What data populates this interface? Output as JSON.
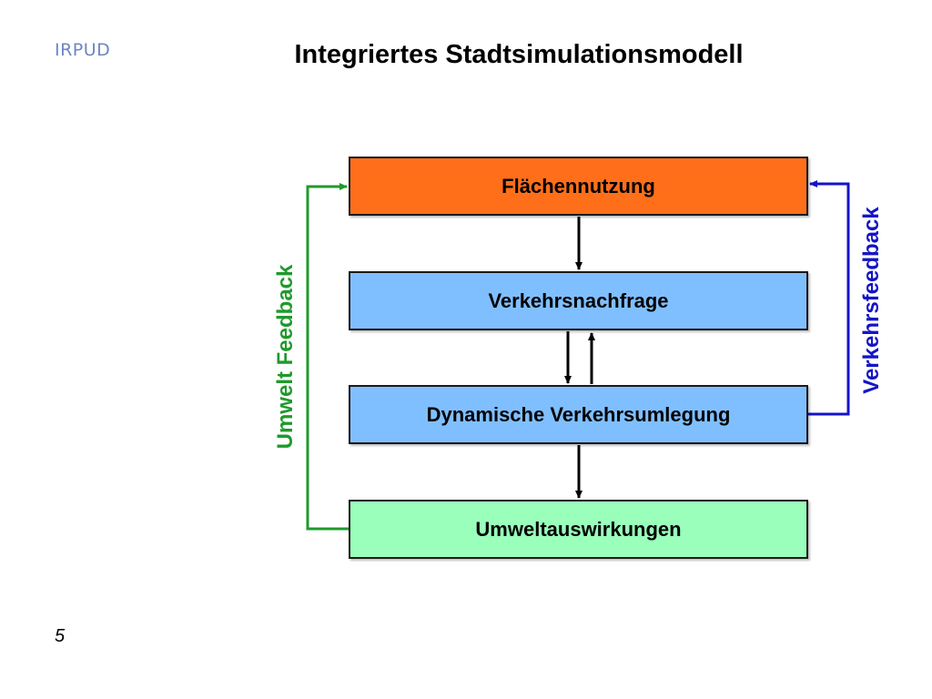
{
  "header": {
    "logo_text": "IRPUD",
    "title": "Integriertes Stadtsimulationsmodell"
  },
  "diagram": {
    "boxes": [
      {
        "id": "flaechennutzung",
        "label": "Flächennutzung",
        "color": "#ff6f1a"
      },
      {
        "id": "verkehrsnachfrage",
        "label": "Verkehrsnachfrage",
        "color": "#80bfff"
      },
      {
        "id": "verkehrsumlegung",
        "label": "Dynamische Verkehrsumlegung",
        "color": "#80bfff"
      },
      {
        "id": "umweltauswirkungen",
        "label": "Umweltauswirkungen",
        "color": "#99ffbb"
      }
    ],
    "feedback_left": {
      "label": "Umwelt Feedback",
      "color": "#1f9a2c"
    },
    "feedback_right": {
      "label": "Verkehrsfeedback",
      "color": "#1414c8"
    }
  },
  "footer": {
    "page_number": "5"
  }
}
